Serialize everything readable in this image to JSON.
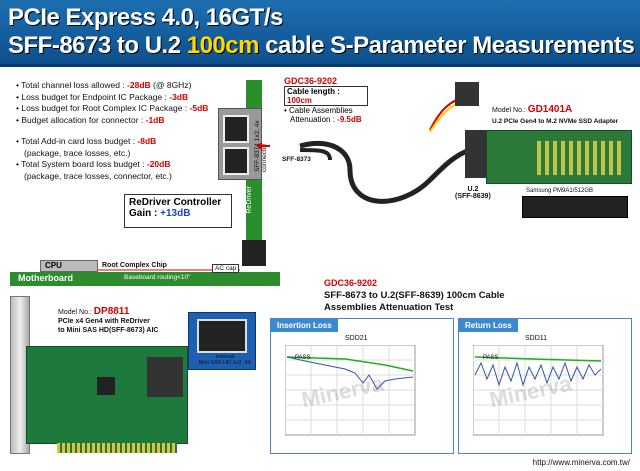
{
  "banner": {
    "line1": "PCIe Express 4.0, 16GT/s",
    "line2_a": "SFF-8673 to U.2 ",
    "line2_b": "100cm",
    "line2_c": " cable S-Parameter Measurements"
  },
  "notes": {
    "l1a": "• Total channel loss allowed : ",
    "l1b": "-28dB",
    "l1c": " (@ 8GHz)",
    "l2a": "• Loss budget for Endpoint IC Package : ",
    "l2b": "-3dB",
    "l3a": "• Loss budget for Root Complex IC Package : ",
    "l3b": "-5dB",
    "l4a": "• Budget allocation for connector : ",
    "l4b": "-1dB",
    "l5a": "• Total Add-in card loss budget : ",
    "l5b": "-8dB",
    "l5c": "(package, trace losses, etc.)",
    "l6a": "• Total System board loss budget : ",
    "l6b": "-20dB",
    "l6c": "(package, trace losses, connector, etc.)"
  },
  "redriver": {
    "title": "ReDriver Controller",
    "gain_label": "Gain : ",
    "gain_value": "+13dB"
  },
  "cable_box": {
    "model": "GDC36-9202",
    "length_label": "Cable length : ",
    "length_value": "100cm",
    "assemblies": "• Cable Assemblies",
    "atten_label": "Attenuation : ",
    "atten_value": "-9.5dB"
  },
  "labels": {
    "sff8374": "SFF-8374 1x2, 4x connector",
    "redriver_vert": "ReDriver",
    "sff8373": "SFF-8373",
    "u2": "U.2",
    "u2_sub": "(SFF-8639)",
    "cpu": "CPU",
    "root_complex": "Root Complex Chip",
    "motherboard": "Motherboard",
    "baseboard": "Baseboard routing<10\"",
    "accap": "AC cap"
  },
  "adapter": {
    "model_prefix": "Model No.: ",
    "model": "GD1401A",
    "desc": "U.2 PCIe Gen4 to M.2 NVMe SSD Adapter",
    "ssd": "Samsung PM9A1/512GB"
  },
  "dp": {
    "model_prefix": "Model No.: ",
    "model": "DP8811",
    "desc1": "PCIe x4 Gen4 with ReDriver",
    "desc2": "to Mini SAS HD(SFF-8673) AIC",
    "inset1": "Internal",
    "inset2": "Mini SAS HD 1x2, 4X"
  },
  "test": {
    "model": "GDC36-9202",
    "line1": "SFF-8673 to U.2(SFF-8639) 100cm Cable",
    "line2": "Assemblies Attenuation Test"
  },
  "insertion": {
    "header": "Insertion Loss",
    "title": "SDD21",
    "pass": "PASS"
  },
  "return": {
    "header": "Return Loss",
    "title": "SDD11",
    "pass": "PASS"
  },
  "watermark": "Minerva",
  "footer": "http://www.minerva.com.tw/"
}
